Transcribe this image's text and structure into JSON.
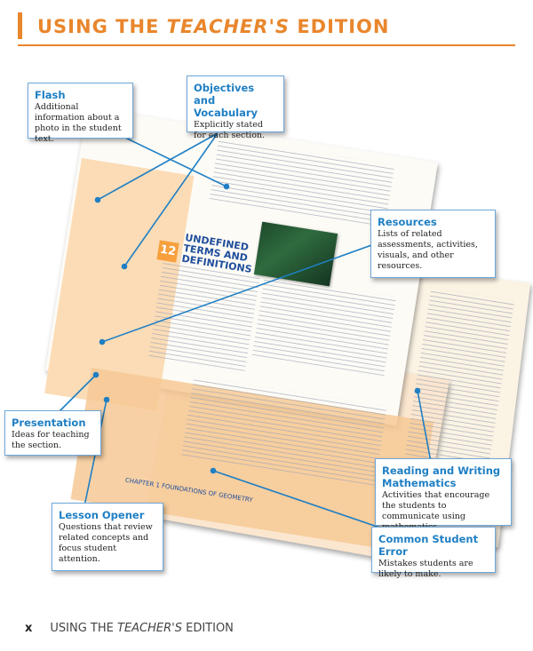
{
  "header": {
    "title_prefix": "USING THE ",
    "title_italic": "TEACHER'S",
    "title_suffix": " EDITION"
  },
  "page_art": {
    "section_number": "12",
    "section_title": "UNDEFINED TERMS AND DEFINITIONS",
    "chapter_footer": "CHAPTER 1  FOUNDATIONS OF GEOMETRY"
  },
  "callouts": {
    "flash": {
      "title": "Flash",
      "desc": "Additional information about a photo in the student text."
    },
    "objectives": {
      "title": "Objectives and Vocabulary",
      "desc": "Explicitly stated for each section."
    },
    "resources": {
      "title": "Resources",
      "desc": "Lists of related assessments, activities, visuals, and other resources."
    },
    "presentation": {
      "title": "Presentation",
      "desc": "Ideas for teaching the section."
    },
    "reading": {
      "title": "Reading and Writing Mathematics",
      "desc": "Activities that encourage the students to communicate using mathematics."
    },
    "lesson_opener": {
      "title": "Lesson Opener",
      "desc": "Questions that review related concepts and focus student attention."
    },
    "student_error": {
      "title": "Common Student Error",
      "desc": "Mistakes students are likely to make."
    }
  },
  "footer": {
    "page": "x",
    "text_prefix": "USING THE ",
    "text_italic": "TEACHER'S",
    "text_suffix": " EDITION"
  },
  "colors": {
    "accent": "#e9862c",
    "callout_title": "#1f7fc4",
    "leader": "#1f7fc4"
  }
}
